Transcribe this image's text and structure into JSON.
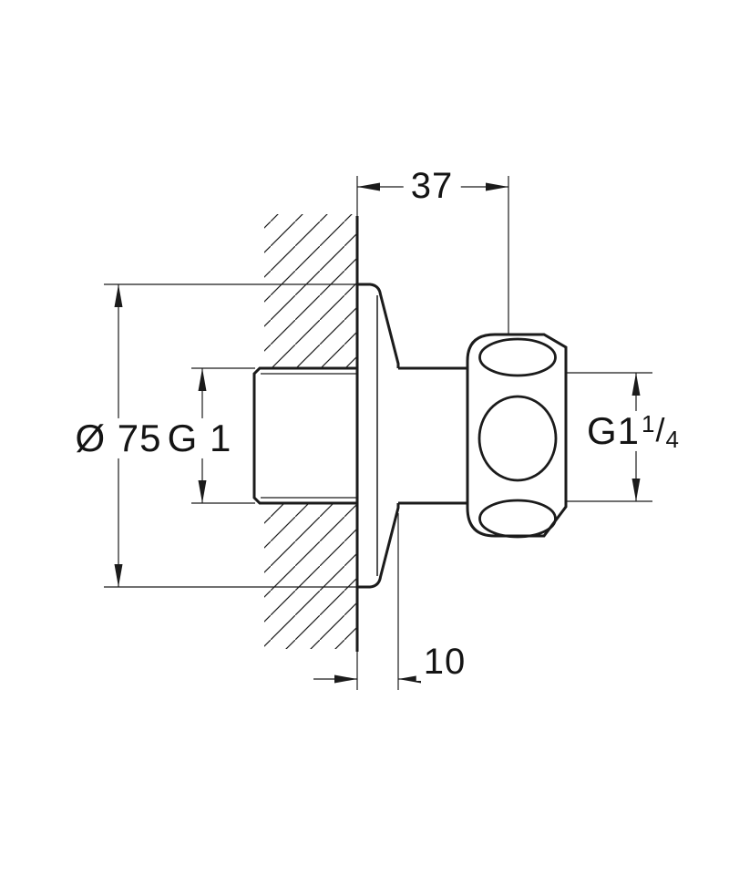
{
  "colors": {
    "background": "#ffffff",
    "ink": "#1b1b1b"
  },
  "dimensions": {
    "protrusion_depth": "37",
    "flange_diameter": "Ø 75",
    "wall_thread_size": "G 1",
    "nut_thread": {
      "main": "G1",
      "numerator": "1",
      "slash": "/",
      "denominator": "4"
    },
    "escutcheon_thickness": "10"
  }
}
